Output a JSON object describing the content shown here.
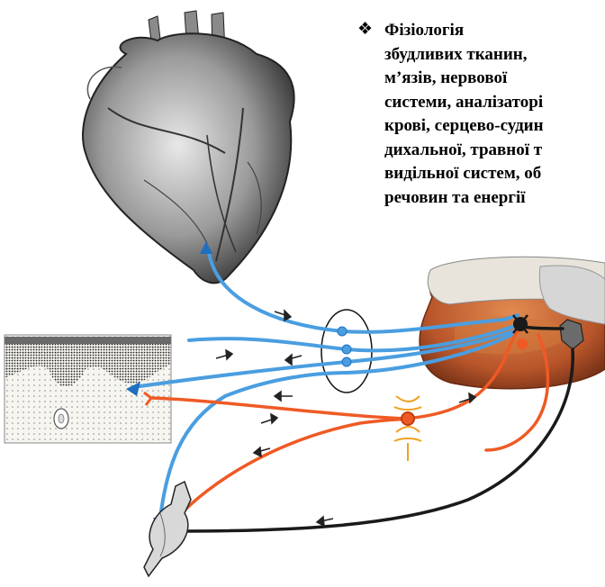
{
  "heading": {
    "bullet_icon": "diamond-bullet-icon",
    "lines": [
      "Фізіологія",
      "збудливих тканин,",
      "м’язів, нервової",
      "системи, аналізаторі",
      "крові, серцево-судин",
      "дихальної, травної т",
      "видільної систем, об",
      "речовин та енергії"
    ]
  },
  "colors": {
    "afferent": "#4a9ee0",
    "efferent": "#ef5a24",
    "motor": "#1a1a1a",
    "spinal_cord": "#c8622c",
    "ganglion": "#f0a020"
  }
}
